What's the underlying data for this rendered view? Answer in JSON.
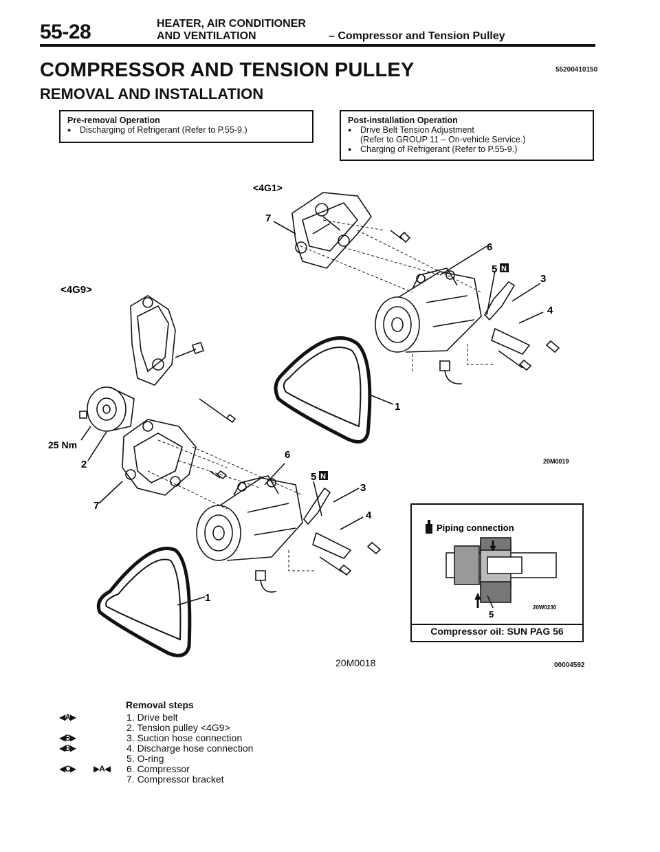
{
  "header": {
    "page_number": "55-28",
    "section_line1": "HEATER, AIR CONDITIONER",
    "section_line2": "AND VENTILATION",
    "subsection": "– Compressor and Tension Pulley"
  },
  "title": "COMPRESSOR AND TENSION PULLEY",
  "doc_code": "55200410150",
  "subtitle": "REMOVAL AND INSTALLATION",
  "pre_removal": {
    "heading": "Pre-removal Operation",
    "items": [
      "Discharging of Refrigerant (Refer to P.55-9.)"
    ]
  },
  "post_installation": {
    "heading": "Post-installation Operation",
    "items": [
      "Drive Belt Tension Adjustment",
      "(Refer to GROUP 11 – On-vehicle Service.)",
      "Charging of Refrigerant (Refer to P.55-9.)"
    ]
  },
  "diagram": {
    "label_4g1": "<4G1>",
    "label_4g9": "<4G9>",
    "torque": "25 Nm",
    "code_top": "20M0019",
    "code_bottom": "20M0018",
    "code_piping": "20W0230",
    "code_overall": "00004592",
    "piping_title": "Piping connection",
    "oil_note": "Compressor oil: SUN PAG 56",
    "callouts": {
      "c1": "1",
      "c2": "2",
      "c3": "3",
      "c4": "4",
      "c5": "5",
      "c6": "6",
      "c7": "7",
      "c5n": "5"
    }
  },
  "removal": {
    "heading": "Removal steps",
    "steps": [
      {
        "text": "1. Drive belt",
        "mark": "◀A▶",
        "mark2": ""
      },
      {
        "text": "2. Tension pulley <4G9>",
        "mark": "",
        "mark2": ""
      },
      {
        "text": "3. Suction hose connection",
        "mark": "◀B▶",
        "mark2": ""
      },
      {
        "text": "4. Discharge hose connection",
        "mark": "◀B▶",
        "mark2": ""
      },
      {
        "text": "5. O-ring",
        "mark": "",
        "mark2": ""
      },
      {
        "text": "6. Compressor",
        "mark": "◀C▶",
        "mark2": "▶A◀"
      },
      {
        "text": "7. Compressor bracket",
        "mark": "",
        "mark2": ""
      }
    ]
  }
}
